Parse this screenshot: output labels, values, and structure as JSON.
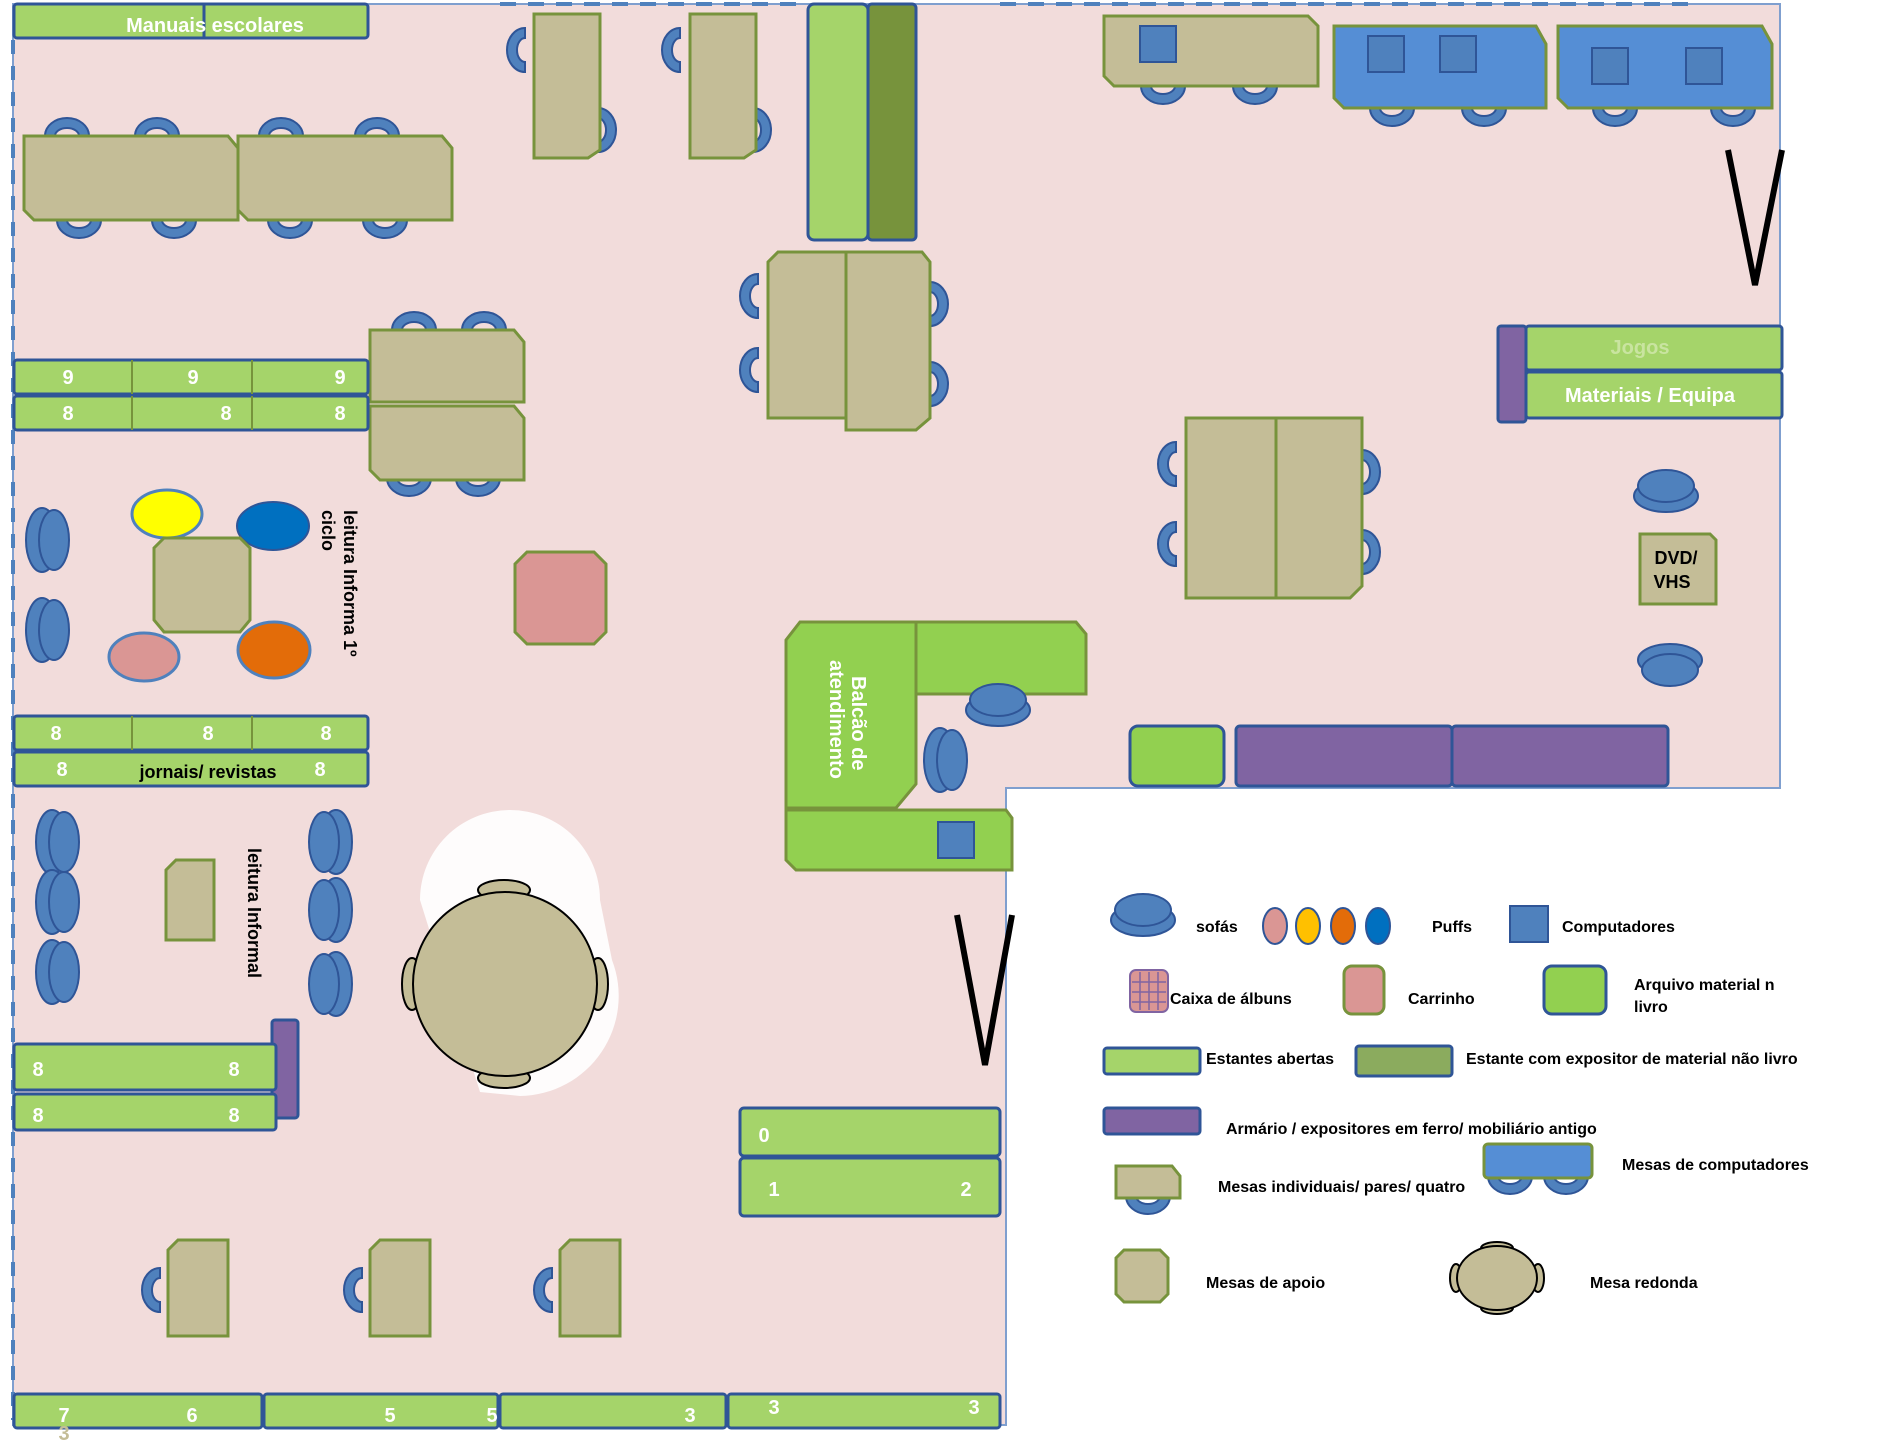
{
  "labels": {
    "manuais": "Manuais escolares",
    "jogos": "Jogos",
    "materiais": "Materiais / Equipa",
    "dvd1": "DVD/",
    "dvd2": "VHS",
    "leitura1": "leitura Informa 1º",
    "leitura1b": "ciclo",
    "leitura2": "leitura Informal",
    "jornais": "jornais/ revistas",
    "balcao1": "Balcão de",
    "balcao2": "atendimento"
  },
  "shelf_numbers": {
    "top1": [
      "9",
      "9",
      "9"
    ],
    "top2": [
      "8",
      "8",
      "8"
    ],
    "mid1": [
      "8",
      "8",
      "8"
    ],
    "mid2": [
      "8",
      "8"
    ],
    "low1": [
      "8",
      "8"
    ],
    "low2": [
      "8",
      "8"
    ],
    "right_a": "0",
    "right_b": [
      "1",
      "2"
    ],
    "bottom": [
      "7",
      "6",
      "5",
      "5",
      "3",
      "3",
      "3"
    ],
    "below": "3"
  },
  "legend": {
    "sofas": "sofás",
    "puffs": "Puffs",
    "computadores": "Computadores",
    "caixa": "Caixa de álbuns",
    "carrinho": "Carrinho",
    "arquivo1": "Arquivo material n",
    "arquivo2": "livro",
    "estantes": "Estantes abertas",
    "estante_exp": "Estante com expositor de material não livro",
    "armario": "Armário / expositores em ferro/ mobiliário antigo",
    "mesas_comp": "Mesas de computadores",
    "mesas_ind": "Mesas individuais/ pares/ quatro",
    "mesas_apoio": "Mesas de apoio",
    "mesa_redonda": "Mesa redonda"
  },
  "colors": {
    "floor": "#f2dcdb",
    "shelf": "#a5d46a",
    "shelf_dark": "#77933c",
    "archive": "#92d050",
    "table": "#c4bd97",
    "table_border": "#77933c",
    "seat": "#4f81bd",
    "seat_border": "#2f5597",
    "computer_desk": "#558ed5",
    "cabinet": "#8064a2",
    "cart": "#da9694",
    "puff_yellow": "#ffff00",
    "puff_orange": "#e36c09",
    "puff_blue": "#0070c0",
    "puff_pink": "#da9694"
  }
}
